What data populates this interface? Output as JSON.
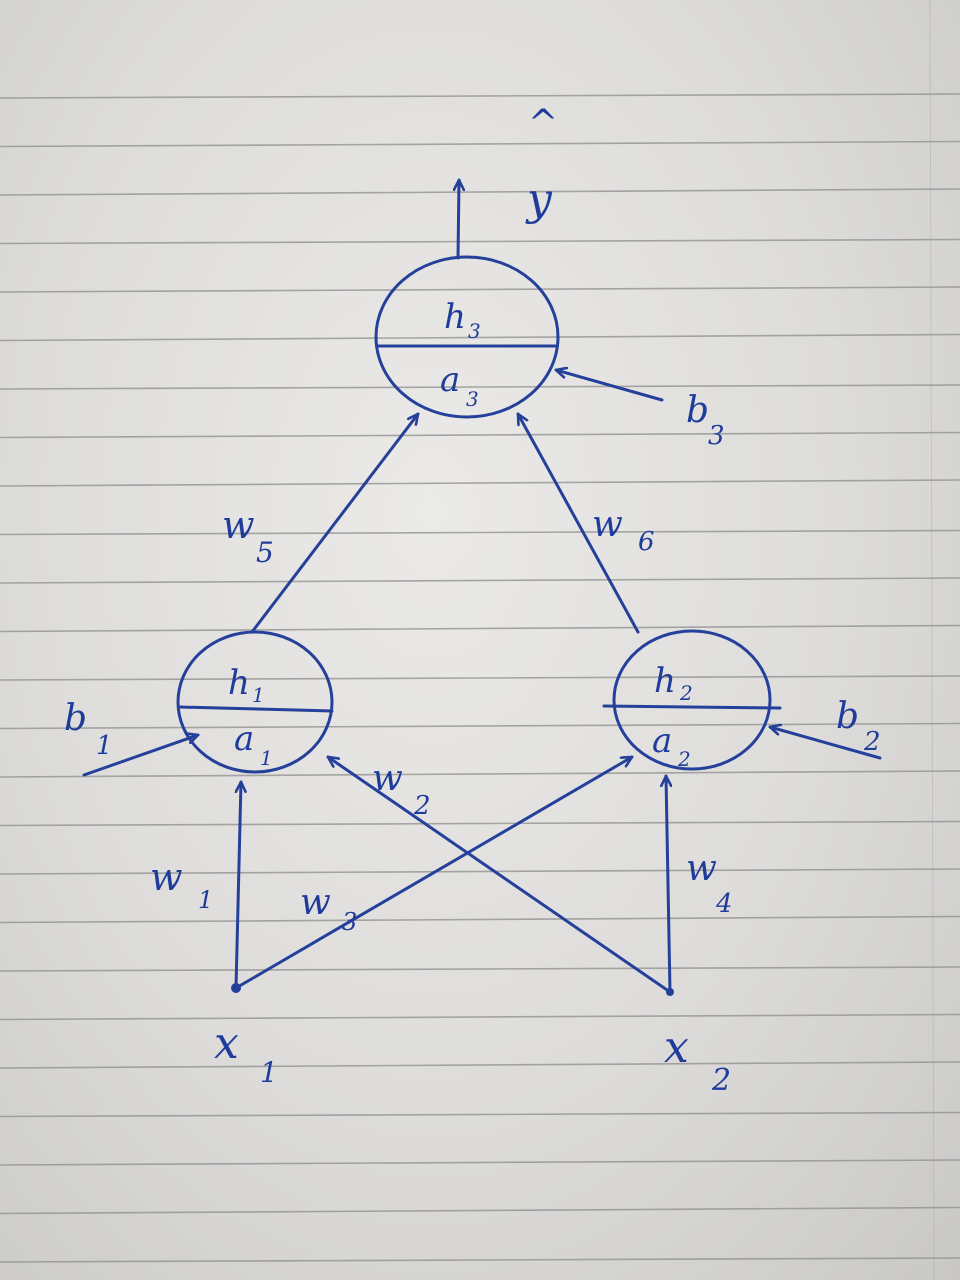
{
  "nodes": {
    "n1": {
      "top": "h",
      "top_sub": "1",
      "bottom": "a",
      "bottom_sub": "1"
    },
    "n2": {
      "top": "h",
      "top_sub": "2",
      "bottom": "a",
      "bottom_sub": "2"
    },
    "n3": {
      "top": "h",
      "top_sub": "3",
      "bottom": "a",
      "bottom_sub": "3"
    }
  },
  "inputs": {
    "x1": {
      "main": "x",
      "sub": "1"
    },
    "x2": {
      "main": "x",
      "sub": "2"
    }
  },
  "weights": {
    "w1": {
      "main": "w",
      "sub": "1"
    },
    "w2": {
      "main": "w",
      "sub": "2"
    },
    "w3": {
      "main": "w",
      "sub": "3"
    },
    "w4": {
      "main": "w",
      "sub": "4"
    },
    "w5": {
      "main": "w",
      "sub": "5"
    },
    "w6": {
      "main": "w",
      "sub": "6"
    }
  },
  "biases": {
    "b1": {
      "main": "b",
      "sub": "1"
    },
    "b2": {
      "main": "b",
      "sub": "2"
    },
    "b3": {
      "main": "b",
      "sub": "3"
    }
  },
  "output": {
    "label": "y",
    "hat": "^"
  },
  "colors": {
    "ink": "#25409a",
    "rule": "#8f8e8c"
  }
}
